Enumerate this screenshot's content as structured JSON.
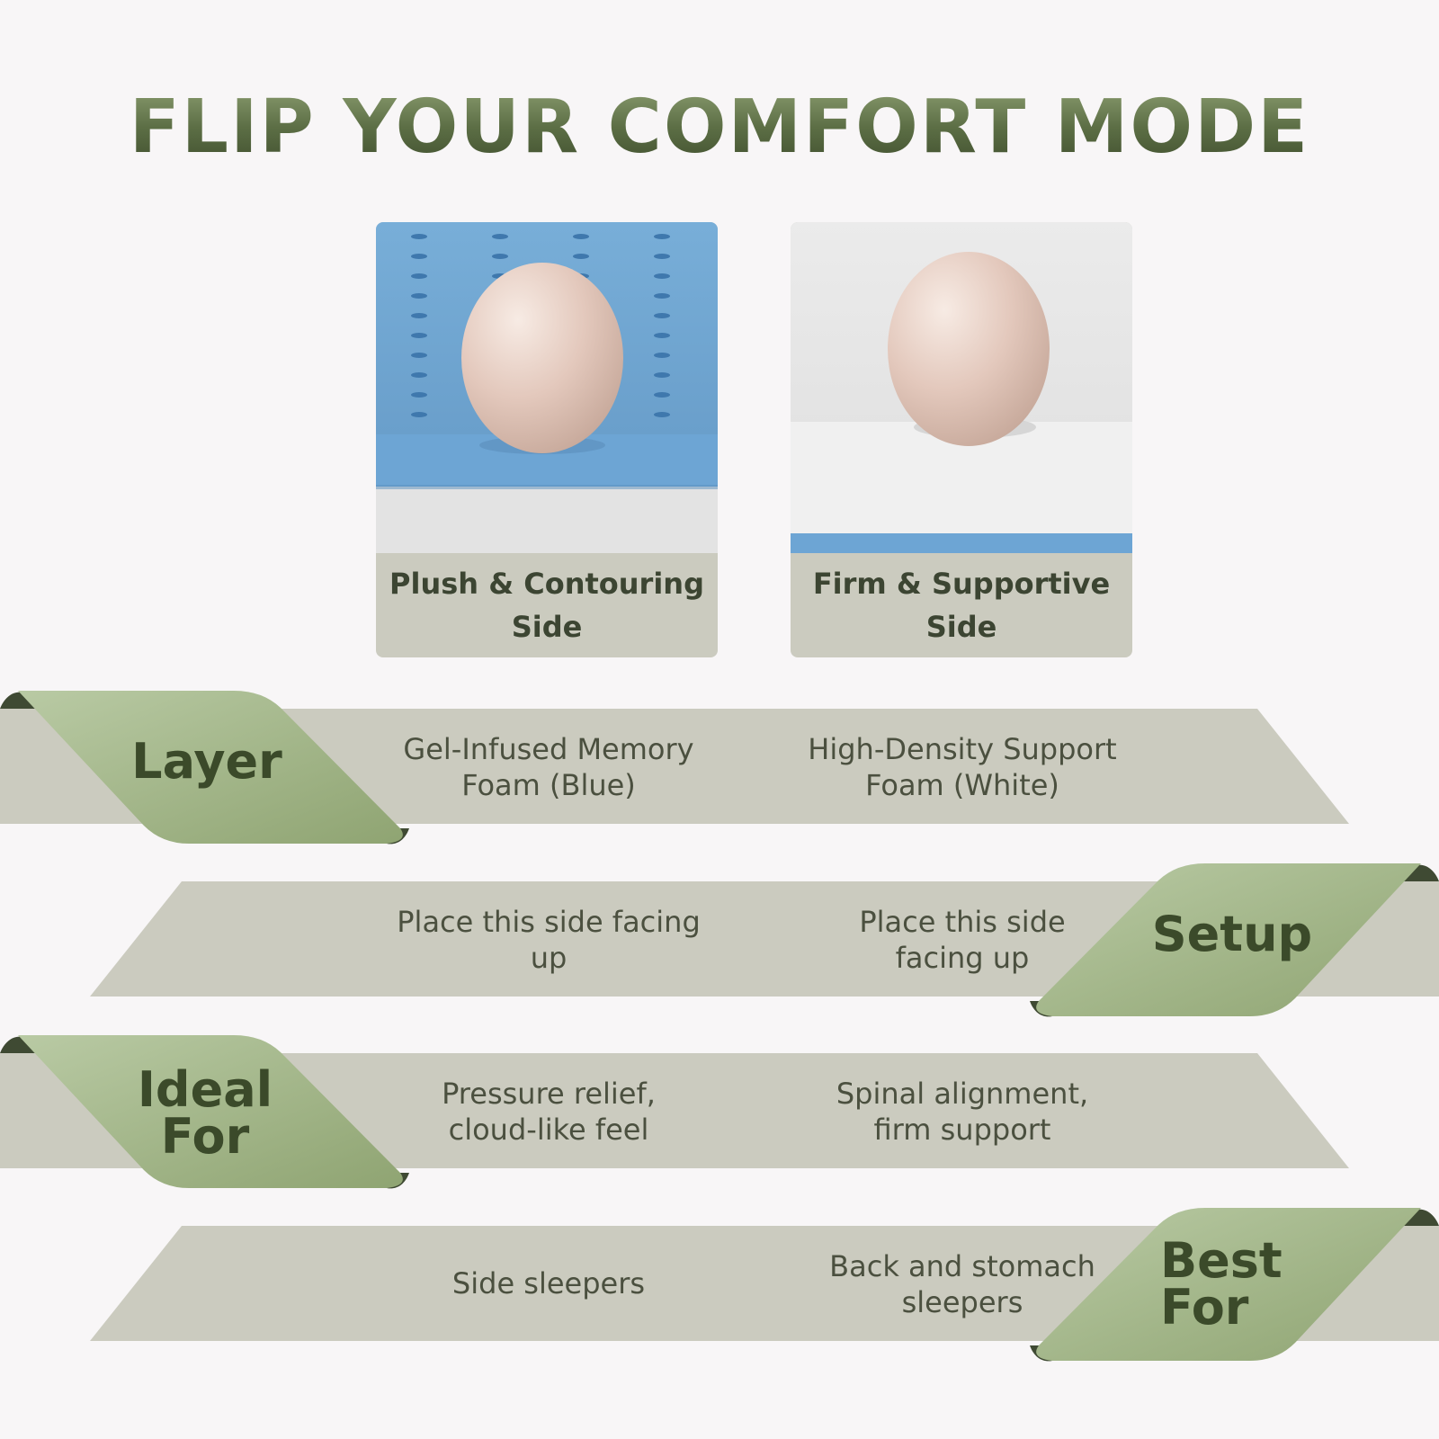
{
  "title": "FLIP YOUR COMFORT MODE",
  "colors": {
    "band": "#cbcbbf",
    "ribbon_light": "#b6c8a0",
    "ribbon_dark": "#8fa472",
    "ribbon_fold": "#3f4a33",
    "title_green": "#5c6e45",
    "foam_blue": "#6fa5d2",
    "foam_white": "#ececec"
  },
  "cards": [
    {
      "caption": "Plush & Contouring Side",
      "image": "egg-on-blue-gel-foam"
    },
    {
      "caption": "Firm & Supportive Side",
      "image": "egg-on-white-support-foam"
    }
  ],
  "rows": [
    {
      "label": "Layer",
      "plush": "Gel-Infused Memory Foam (Blue)",
      "firm": "High-Density Support Foam (White)"
    },
    {
      "label": "Setup",
      "plush": "Place this side facing up",
      "firm": "Place this side facing up"
    },
    {
      "label": "Ideal For",
      "plush": "Pressure relief, cloud-like feel",
      "firm": "Spinal alignment, firm support"
    },
    {
      "label": "Best For",
      "plush": "Side sleepers",
      "firm": "Back and stomach sleepers"
    }
  ]
}
